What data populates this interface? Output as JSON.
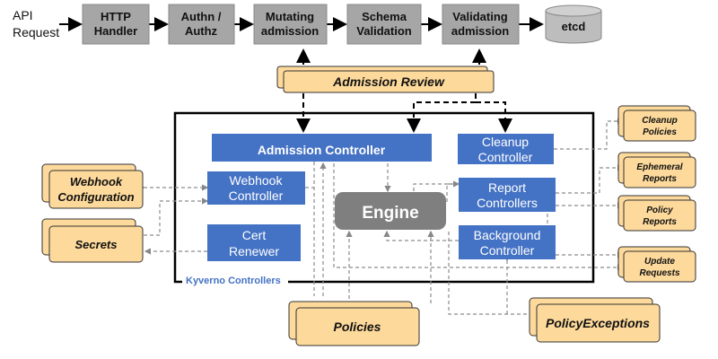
{
  "request": {
    "line1": "API",
    "line2": "Request"
  },
  "pipeline": {
    "http_handler": [
      "HTTP",
      "Handler"
    ],
    "authn_authz": [
      "Authn /",
      "Authz"
    ],
    "mutating": [
      "Mutating",
      "admission"
    ],
    "schema": [
      "Schema",
      "Validation"
    ],
    "validating": [
      "Validating",
      "admission"
    ],
    "etcd": "etcd"
  },
  "admission_review": "Admission Review",
  "kyverno": {
    "label": "Kyverno Controllers",
    "admission_controller": "Admission Controller",
    "cleanup_controller": [
      "Cleanup",
      "Controller"
    ],
    "webhook_controller": [
      "Webhook",
      "Controller"
    ],
    "report_controllers": [
      "Report",
      "Controllers"
    ],
    "engine": "Engine",
    "cert_renewer": [
      "Cert",
      "Renewer"
    ],
    "background_controller": [
      "Background",
      "Controller"
    ]
  },
  "resources": {
    "webhook_configuration": [
      "Webhook",
      "Configuration"
    ],
    "secrets": "Secrets",
    "policies": "Policies",
    "policy_exceptions": "PolicyExceptions",
    "cleanup_policies": [
      "Cleanup",
      "Policies"
    ],
    "ephemeral_reports": [
      "Ephemeral",
      "Reports"
    ],
    "policy_reports": [
      "Policy",
      "Reports"
    ],
    "update_requests": [
      "Update",
      "Requests"
    ]
  },
  "colors": {
    "stage_gray": "#a6a6a6",
    "etcd_gray": "#bdbdbd",
    "controller_blue": "#4472c4",
    "engine_gray": "#7f7f7f",
    "note_fill": "#fdd99b",
    "kyverno_label_blue": "#4472c4"
  }
}
